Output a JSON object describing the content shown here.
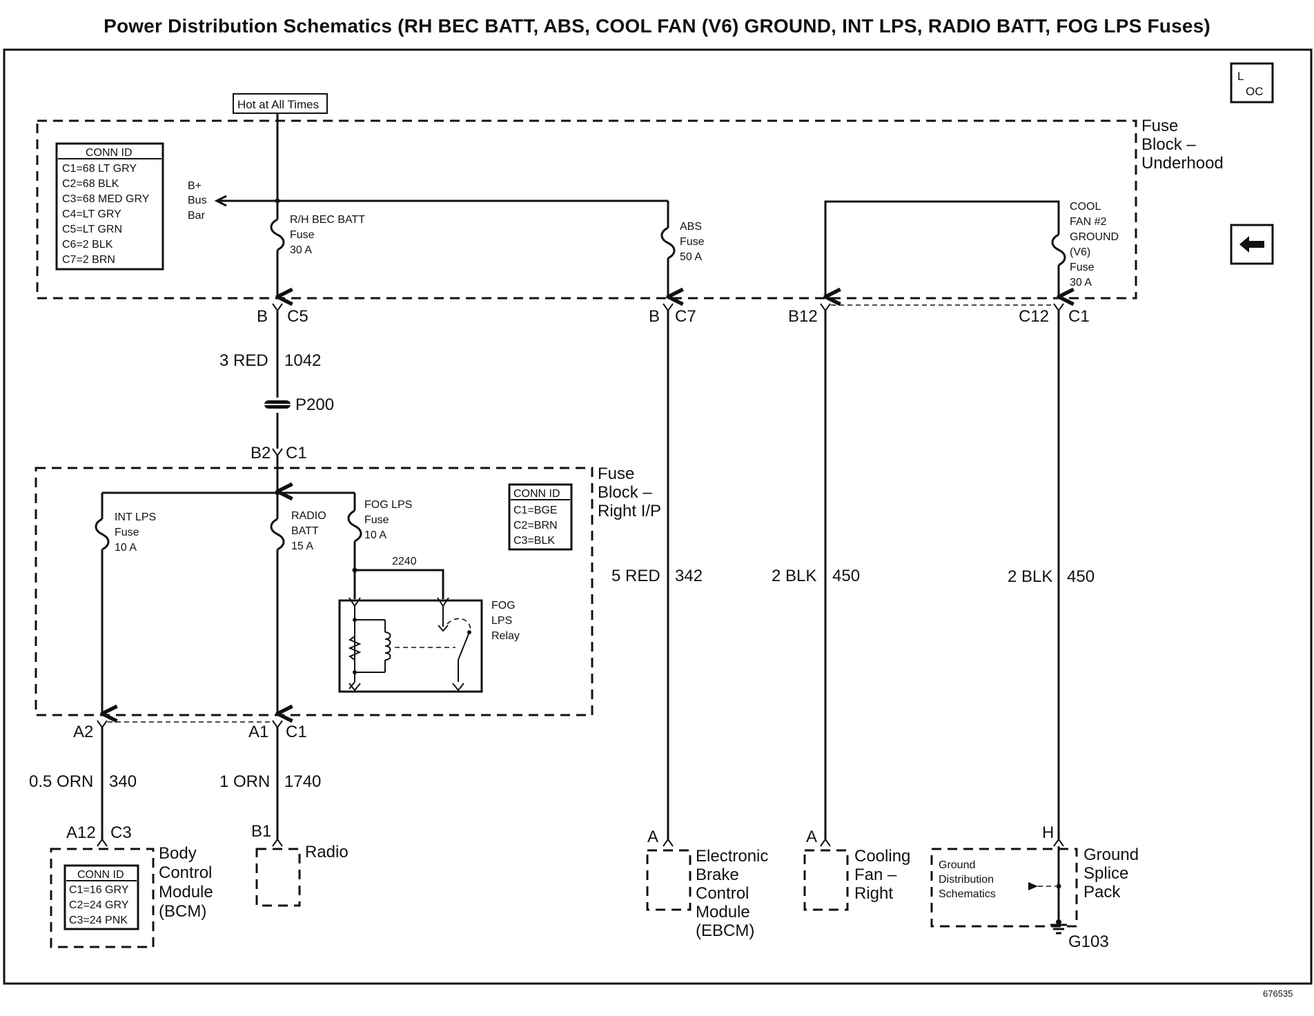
{
  "title": "Power Distribution Schematics (RH BEC BATT, ABS, COOL FAN (V6) GROUND, INT LPS, RADIO BATT, FOG LPS Fuses)",
  "figure_number": "676535",
  "hot_label": "Hot at All Times",
  "loc_icon": {
    "top": "L",
    "bottom": "OC"
  },
  "underhood_block": {
    "name_lines": [
      "Fuse",
      "Block –",
      "Underhood"
    ],
    "conn_id": {
      "header": "CONN ID",
      "rows": [
        "C1=68 LT GRY",
        "C2=68 BLK",
        "C3=68 MED GRY",
        "C4=LT GRY",
        "C5=LT GRN",
        "C6=2 BLK",
        "C7=2 BRN"
      ]
    },
    "bus_bar": [
      "B+",
      "Bus",
      "Bar"
    ],
    "fuses": {
      "rh_bec": [
        "R/H BEC BATT",
        "Fuse",
        "30 A"
      ],
      "abs": [
        "ABS",
        "Fuse",
        "50 A"
      ],
      "cool_fan": [
        "COOL",
        "FAN #2",
        "GROUND",
        "(V6)",
        "Fuse",
        "30 A"
      ]
    }
  },
  "connectors_top": {
    "c5_pin": "B",
    "c5": "C5",
    "c7_pin": "B",
    "c7": "C7",
    "b12": "B12",
    "c12": "C12",
    "c1": "C1"
  },
  "wires": {
    "w1042_color": "3 RED",
    "w1042_circuit": "1042",
    "w342_color": "5 RED",
    "w342_circuit": "342",
    "w450a_color": "2 BLK",
    "w450a_circuit": "450",
    "w450b_color": "2 BLK",
    "w450b_circuit": "450",
    "w340_color": "0.5 ORN",
    "w340_circuit": "340",
    "w1740_color": "1 ORN",
    "w1740_circuit": "1740",
    "relay_jumper": "2240"
  },
  "splice": "P200",
  "rip_block": {
    "name_lines": [
      "Fuse",
      "Block –",
      "Right I/P"
    ],
    "input_pin": "B2",
    "input_conn": "C1",
    "conn_id": {
      "header": "CONN ID",
      "rows": [
        "C1=BGE",
        "C2=BRN",
        "C3=BLK"
      ]
    },
    "fuses": {
      "int_lps": [
        "INT LPS",
        "Fuse",
        "10 A"
      ],
      "radio_batt": [
        "RADIO",
        "BATT",
        "15 A"
      ],
      "fog_lps": [
        "FOG LPS",
        "Fuse",
        "10 A"
      ]
    },
    "relay": [
      "FOG",
      "LPS",
      "Relay"
    ],
    "out_a2": "A2",
    "out_a1": "A1",
    "out_c1": "C1"
  },
  "components": {
    "bcm": {
      "pin": "A12",
      "conn": "C3",
      "name_lines": [
        "Body",
        "Control",
        "Module",
        "(BCM)"
      ],
      "conn_id": {
        "header": "CONN ID",
        "rows": [
          "C1=16 GRY",
          "C2=24 GRY",
          "C3=24 PNK"
        ]
      }
    },
    "radio": {
      "pin": "B1",
      "name": "Radio"
    },
    "ebcm": {
      "pin": "A",
      "name_lines": [
        "Electronic",
        "Brake",
        "Control",
        "Module",
        "(EBCM)"
      ]
    },
    "cooling_fan": {
      "pin": "A",
      "name_lines": [
        "Cooling",
        "Fan –",
        "Right"
      ]
    },
    "ground_splice": {
      "pin": "H",
      "name_lines": [
        "Ground",
        "Splice",
        "Pack"
      ],
      "ref_lines": [
        "Ground",
        "Distribution",
        "Schematics"
      ],
      "ground": "G103"
    }
  }
}
